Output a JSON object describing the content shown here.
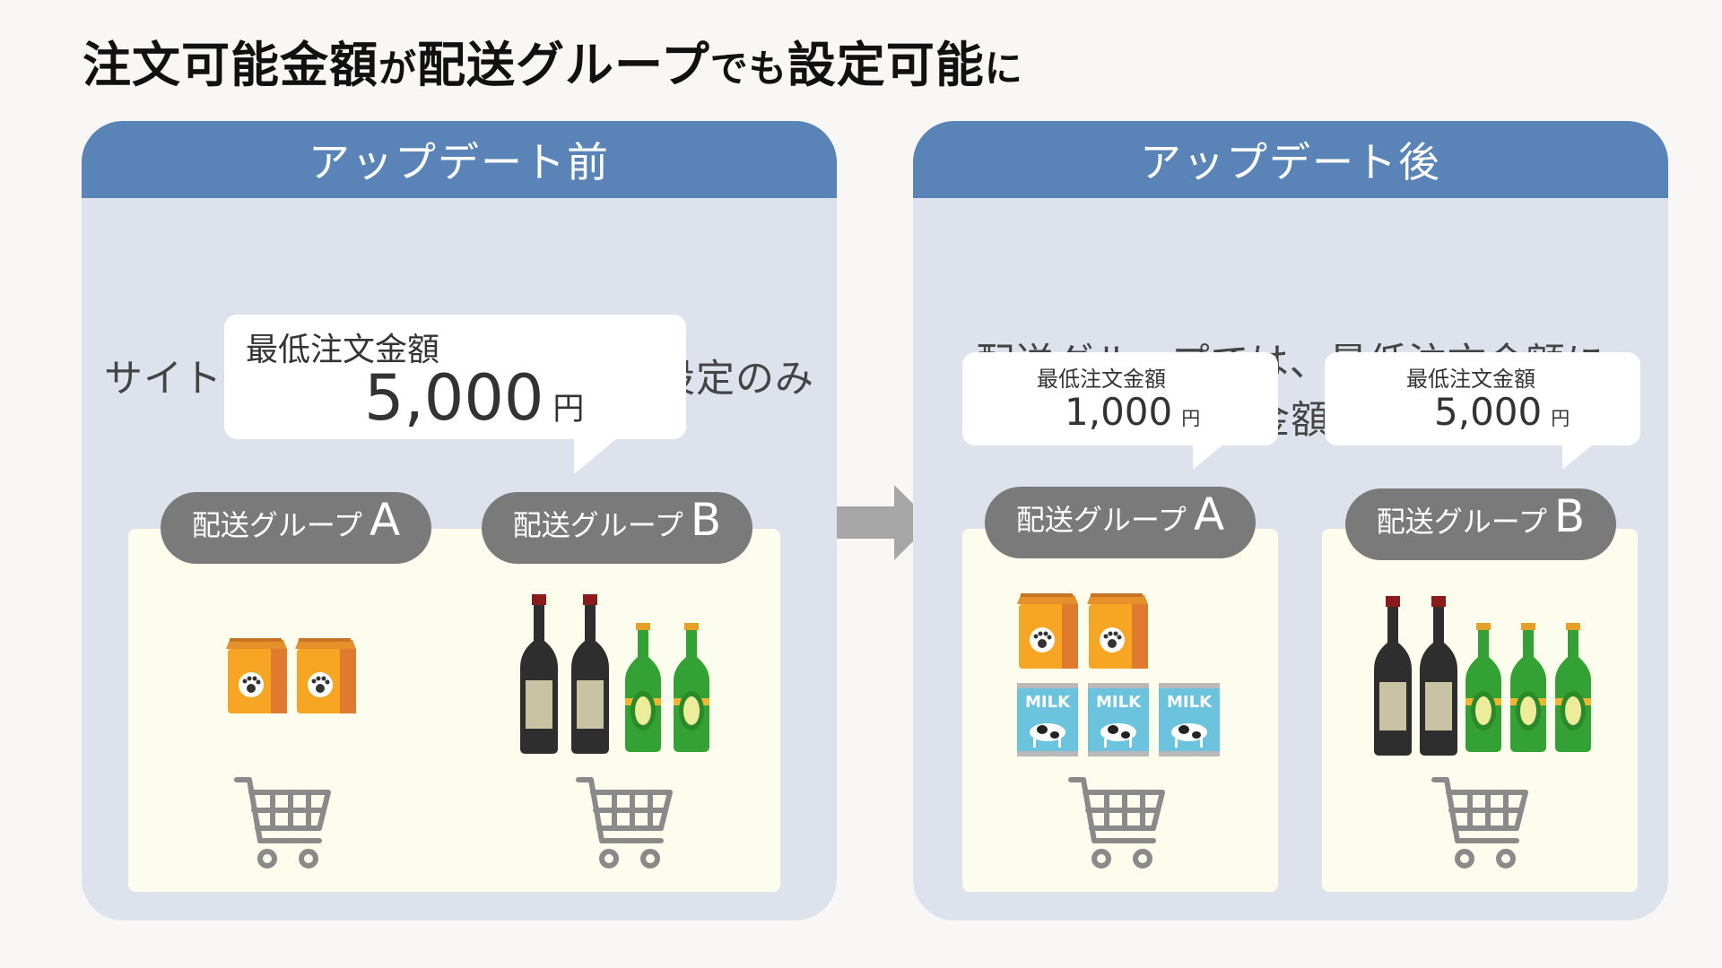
{
  "title": {
    "part1": "注文可能金額",
    "part2": "が",
    "part3": "配送グループ",
    "part4": "でも",
    "part5": "設定可能",
    "part6": "に"
  },
  "before": {
    "header": "アップデート前",
    "caption": "サイト一律での最低注文金額の設定のみ",
    "bubble": {
      "label": "最低注文金額",
      "amount": "5,000",
      "unit": "円"
    },
    "groups": [
      {
        "name": "配送グループ",
        "letter": "A"
      },
      {
        "name": "配送グループ",
        "letter": "B"
      }
    ]
  },
  "after": {
    "header": "アップデート後",
    "caption_line1": "配送グループでは、最低注文金額に",
    "caption_line2": "加え、最高注文金額の設定も可能に",
    "groups": [
      {
        "name": "配送グループ",
        "letter": "A",
        "bubble_label": "最低注文金額",
        "amount": "1,000",
        "unit": "円"
      },
      {
        "name": "配送グループ",
        "letter": "B",
        "bubble_label": "最低注文金額",
        "amount": "5,000",
        "unit": "円"
      }
    ]
  },
  "icons": {
    "milk_label": "MILK"
  },
  "colors": {
    "header_blue": "#5a84b7",
    "panel_bg": "#dde2ec",
    "cream": "#fdfdee",
    "pill_gray": "#7a7a7a",
    "arrow_gray": "#a6a6a6"
  }
}
